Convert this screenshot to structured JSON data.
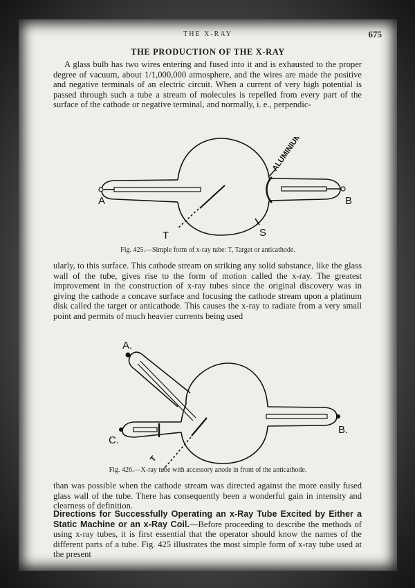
{
  "header": {
    "running_head": "THE X-RAY",
    "page_number": "675"
  },
  "title": "THE PRODUCTION OF THE X-RAY",
  "paragraphs": {
    "p1": "A glass bulb has two wires entering and fused into it and is exhausted to the proper degree of vacuum, about 1/1,000,000 atmosphere, and the wires are made the positive and negative terminals of an electric circuit. When a current of very high potential is passed through such a tube a stream of molecules is repelled from every part of the surface of the cathode or negative terminal, and normally, i. e., perpendic-",
    "p2": "ularly, to this surface. This cathode stream on striking any solid substance, like the glass wall of the tube, gives rise to the form of motion called the x-ray. The greatest improvement in the construction of x-ray tubes since the original discovery was in giving the cathode a concave surface and focusing the cathode stream upon a platinum disk called the target or anticathode. This causes the x-ray to radiate from a very small point and permits of much heavier currents being used",
    "p3": "than was possible when the cathode stream was directed against the more easily fused glass wall of the tube. There has consequently been a wonderful gain in intensity and clearness of definition.",
    "p4_heading": "Directions for Successfully Operating an x-Ray Tube Excited by Either a Static Machine or an x-Ray Coil.",
    "p4_body": "—Before proceeding to describe the methods of using x-ray tubes, it is first essential that the operator should know the names of the different parts of a tube. Fig. 425 illustrates the most simple form of x-ray tube used at the present"
  },
  "figure1": {
    "caption": "Fig. 425.—Simple form of x-ray tube: T, Target or anticathode.",
    "labels": {
      "a": "A",
      "b": "B",
      "t": "T",
      "s": "S",
      "cup": "ALUMINIUM CUP."
    }
  },
  "figure2": {
    "caption": "Fig. 426.—X-ray tube with accessory anode in front of the anticathode.",
    "labels": {
      "a": "A.",
      "b": "B.",
      "c": "C.",
      "t": "T"
    }
  }
}
